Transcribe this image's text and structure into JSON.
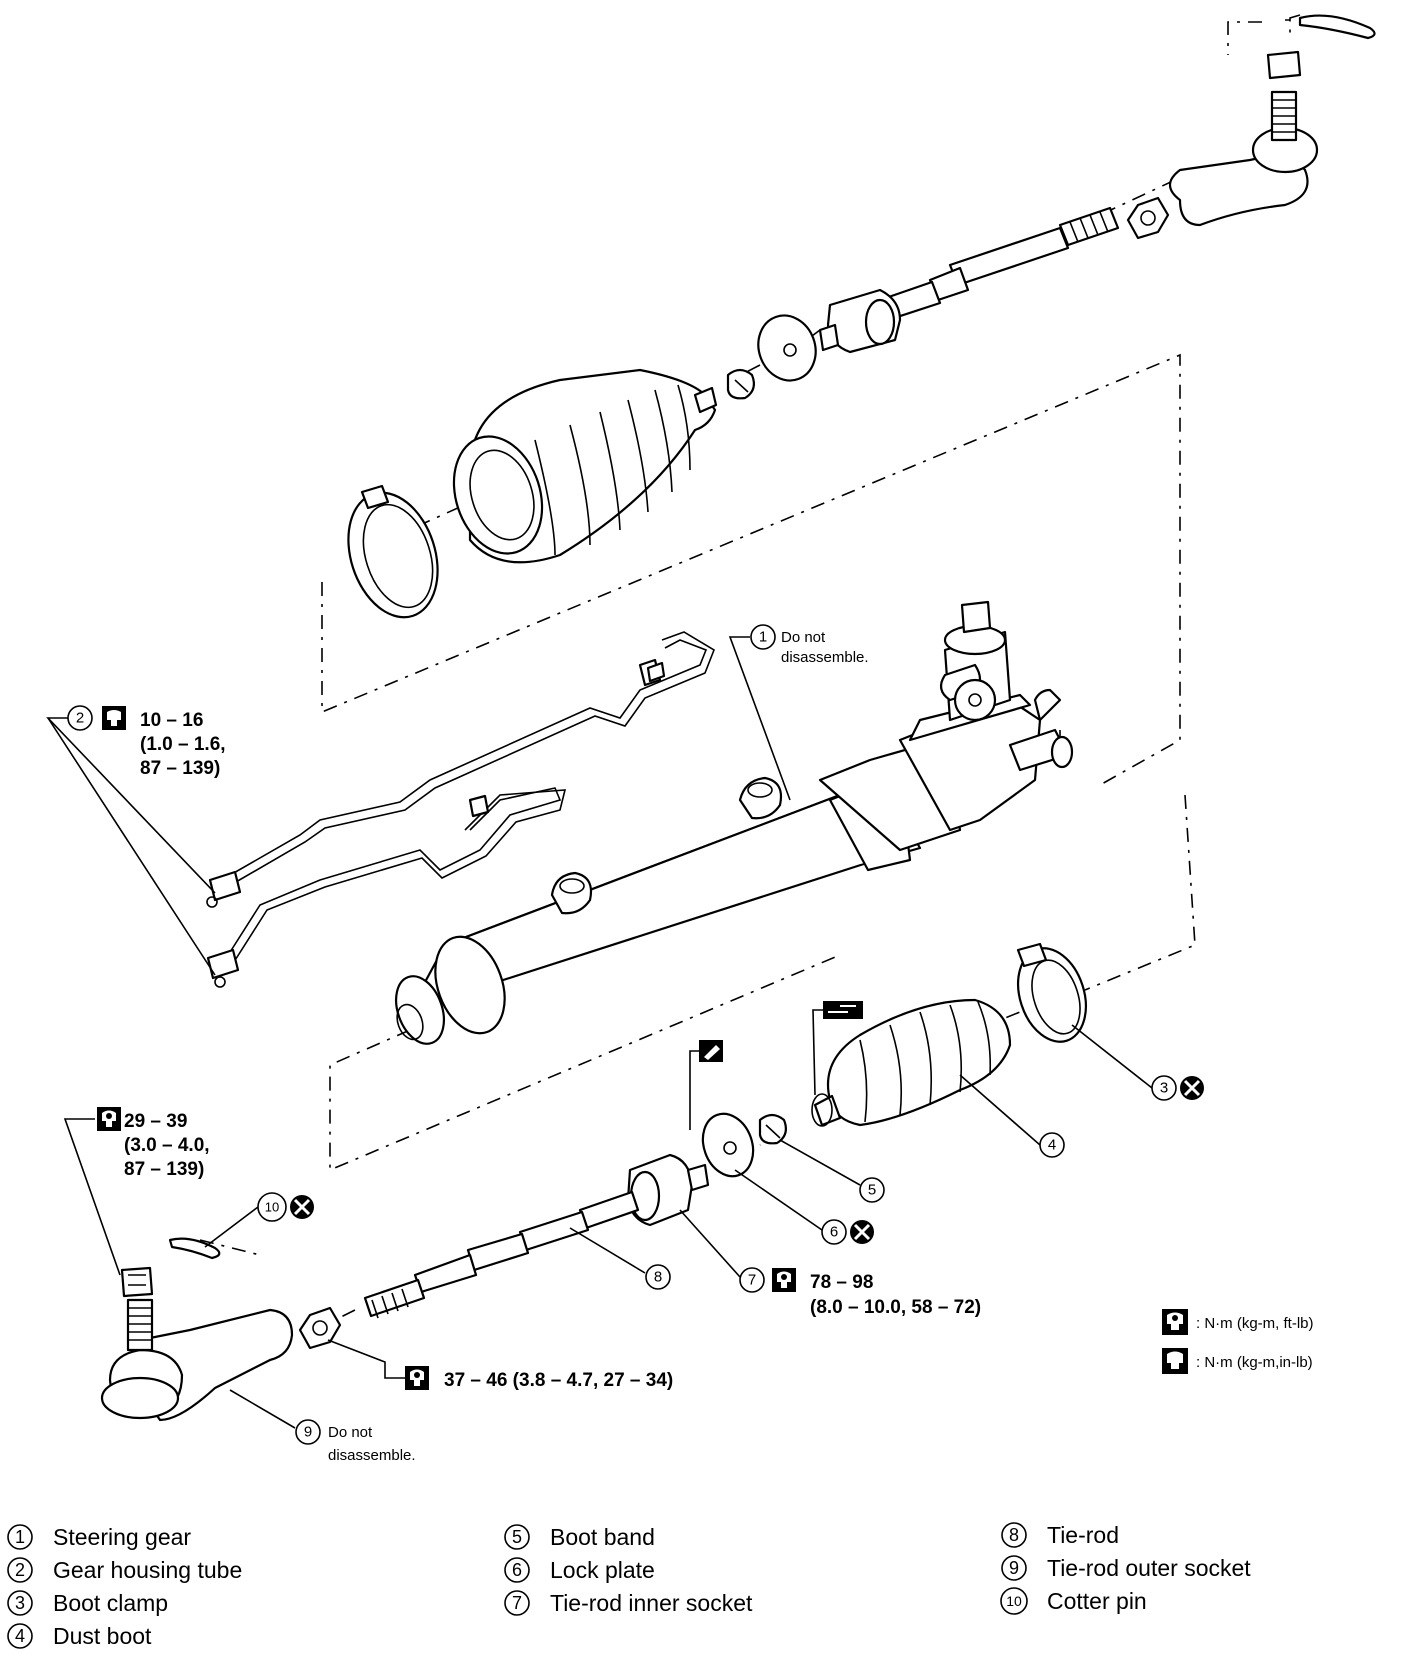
{
  "callouts": {
    "c1": {
      "num": "1",
      "note1": "Do not",
      "note2": "disassemble."
    },
    "c2": {
      "num": "2",
      "torque1": "10 – 16",
      "torque2": "(1.0 – 1.6,",
      "torque3": "87 – 139)"
    },
    "c3": {
      "num": "3"
    },
    "c4": {
      "num": "4"
    },
    "c5": {
      "num": "5"
    },
    "c6": {
      "num": "6"
    },
    "c7": {
      "num": "7",
      "torque1": "78 – 98",
      "torque2": "(8.0 – 10.0, 58 – 72)"
    },
    "c8": {
      "num": "8"
    },
    "c9": {
      "num": "9",
      "note1": "Do not",
      "note2": "disassemble."
    },
    "c10": {
      "num": "10"
    },
    "outer_nut": {
      "torque1": "29 – 39",
      "torque2": "(3.0 – 4.0,",
      "torque3": "87 – 139)"
    },
    "lock_nut": {
      "torque1": "37 – 46 (3.8 – 4.7, 27 – 34)"
    }
  },
  "torque_legend": [
    {
      "icon": "torque-wrench-open-icon",
      "text": ": N·m (kg-m, ft-lb)"
    },
    {
      "icon": "torque-wrench-filled-icon",
      "text": ": N·m (kg-m,in-lb)"
    }
  ],
  "parts_key": [
    {
      "num": "1",
      "name": "Steering gear"
    },
    {
      "num": "2",
      "name": "Gear housing tube"
    },
    {
      "num": "3",
      "name": "Boot clamp"
    },
    {
      "num": "4",
      "name": "Dust boot"
    },
    {
      "num": "5",
      "name": "Boot band"
    },
    {
      "num": "6",
      "name": "Lock plate"
    },
    {
      "num": "7",
      "name": "Tie-rod inner socket"
    },
    {
      "num": "8",
      "name": "Tie-rod"
    },
    {
      "num": "9",
      "name": "Tie-rod outer socket"
    },
    {
      "num": "10",
      "name": "Cotter pin"
    }
  ],
  "colors": {
    "ink": "#000000",
    "paper": "#ffffff"
  }
}
